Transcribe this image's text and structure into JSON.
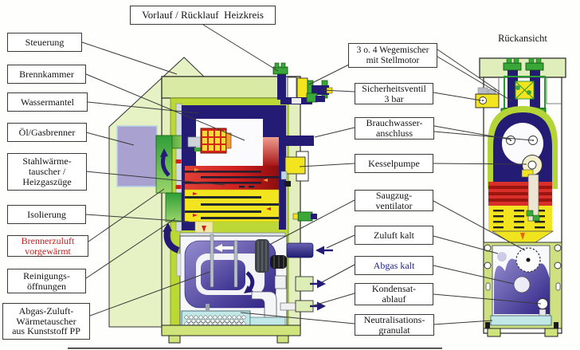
{
  "labels": {
    "vorlauf_ruecklauf": "Vorlauf / Rücklauf  Heizkreis",
    "steuerung": "Steuerung",
    "brennkammer": "Brennkammer",
    "wassermantel": "Wassermantel",
    "oel_gasbrenner": "Öl/Gasbrenner",
    "stahlwaermetauscher": "Stahlwärme-\ntauscher /\nHeizgaszüge",
    "isolierung": "Isolierung",
    "brennerzuluft": "Brennerzuluft\nvorgewärmt",
    "reinigungsoeffnungen": "Reinigungs-\nöffnungen",
    "abgas_zuluft_wt": "Abgas-Zuluft-\nWärmetauscher\naus Kunststoff PP",
    "wegemischer": "3 o. 4 Wegemischer\nmit Stellmotor",
    "sicherheitsventil": "Sicherheitsventil\n3 bar",
    "brauchwasseranschluss": "Brauchwasser-\nanschluss",
    "kesselpumpe": "Kesselpumpe",
    "saugzugventilator": "Saugzug-\nventilator",
    "zuluft_kalt": "Zuluft kalt",
    "abgas_kalt": "Abgas kalt",
    "kondensatablauf": "Kondensat-\nablauf",
    "neutralisationsgranulat": "Neutralisations-\ngranulat",
    "rueckansicht": "Rückansicht"
  },
  "colors": {
    "label_border": "#3a3a3a",
    "label_text": "#141414",
    "brennerzuluft_text_red": "#c41e1e",
    "abgas_kalt_text_blue": "#1d1d8f",
    "casing_light_green": "#e3efbe",
    "inner_frame_green": "#bcd836",
    "water_jacket_navy": "#241c74",
    "heat_exchanger_red": "#c42020",
    "heat_exchanger_yellow": "#f2e41e",
    "plastic_exchanger_purple": "#4a3f9c",
    "burner_zone_lavender": "#a9a2d1",
    "air_duct_green": "#2f9e38",
    "condensate_blue": "#c2e7e7"
  }
}
